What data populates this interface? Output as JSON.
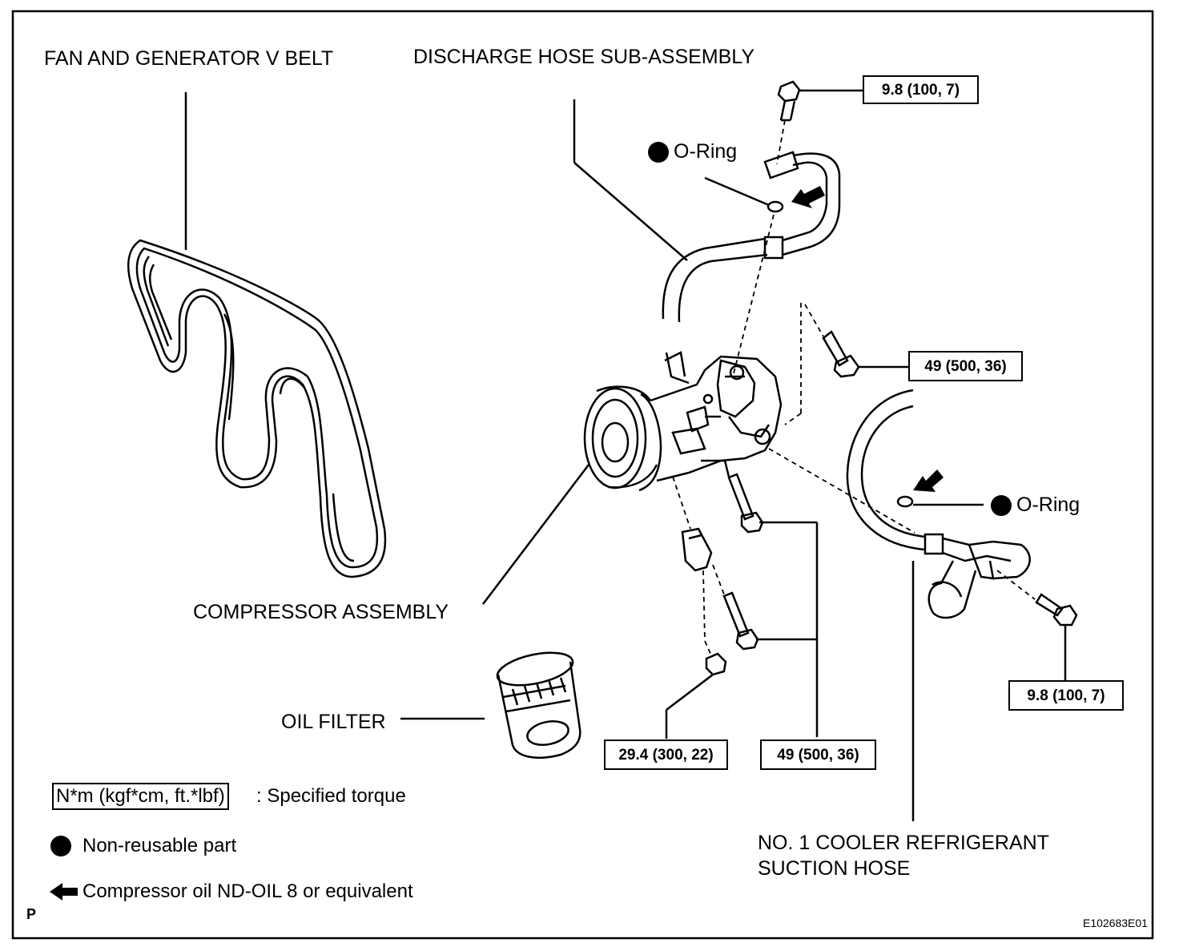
{
  "labels": {
    "fan_belt": "FAN AND GENERATOR V BELT",
    "discharge_hose": "DISCHARGE HOSE SUB-ASSEMBLY",
    "compressor": "COMPRESSOR ASSEMBLY",
    "oil_filter": "OIL FILTER",
    "suction_hose_line1": "NO. 1 COOLER REFRIGERANT",
    "suction_hose_line2": "SUCTION HOSE",
    "o_ring_top": "O-Ring",
    "o_ring_right": "O-Ring"
  },
  "torque_specs": {
    "discharge_bolt": "9.8 (100, 7)",
    "compressor_upper_bolt": "49 (500, 36)",
    "suction_bolt": "9.8 (100, 7)",
    "nut": "29.4 (300, 22)",
    "compressor_lower_bolts": "49 (500, 36)"
  },
  "legend": {
    "torque_unit": "N*m (kgf*cm, ft.*lbf)",
    "torque_desc": ": Specified torque",
    "non_reusable": "Non-reusable part",
    "compressor_oil": "Compressor oil ND-OIL 8 or equivalent"
  },
  "footer": {
    "corner_letter": "P",
    "figure_code": "E102683E01"
  }
}
